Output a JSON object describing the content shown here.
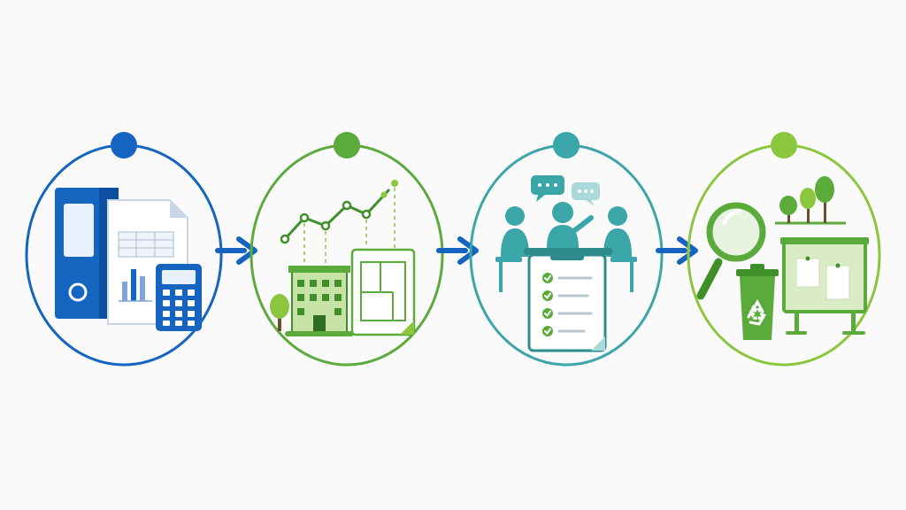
{
  "colors": {
    "background": "#fafafa",
    "stage1": "#1565c0",
    "stage2": "#5aab3c",
    "stage3": "#3aa6a8",
    "stage4": "#8cc63f",
    "arrow": "#1565c0",
    "light_green": "#d9ecc5",
    "dark_green": "#3f8f2b"
  },
  "stages": [
    {
      "id": "stage-1",
      "accent": "#1565c0",
      "icons": [
        "binder-icon",
        "spreadsheet-document-icon",
        "bar-chart-icon",
        "calculator-icon"
      ]
    },
    {
      "id": "stage-2",
      "accent": "#5aab3c",
      "icons": [
        "trend-line-icon",
        "building-icon",
        "tree-icon",
        "floor-plan-icon"
      ]
    },
    {
      "id": "stage-3",
      "accent": "#3aa6a8",
      "icons": [
        "speech-bubble-icon",
        "meeting-people-icon",
        "clipboard-checklist-icon"
      ]
    },
    {
      "id": "stage-4",
      "accent": "#8cc63f",
      "icons": [
        "magnifying-glass-icon",
        "recycle-bin-icon",
        "trees-icon",
        "notice-board-icon"
      ]
    }
  ],
  "arrows": [
    "arrow-1-to-2",
    "arrow-2-to-3",
    "arrow-3-to-4"
  ]
}
